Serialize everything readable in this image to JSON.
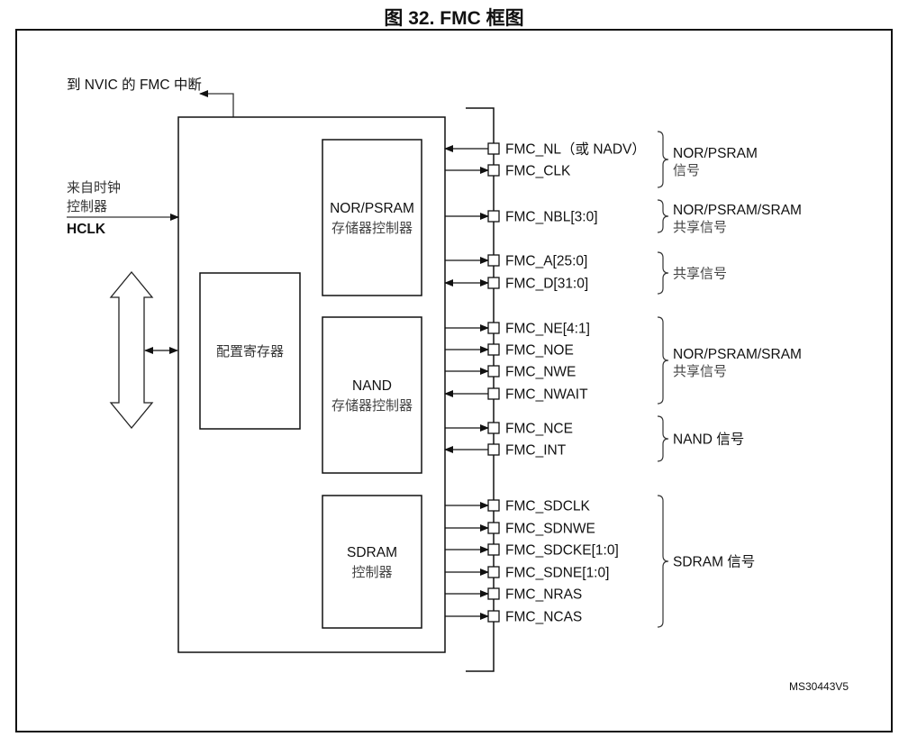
{
  "title": "图 32. FMC 框图",
  "nvic_label": "到 NVIC 的 FMC 中断",
  "clock_input": {
    "line1": "来自时钟",
    "line2": "控制器",
    "signal": "HCLK"
  },
  "blocks": {
    "config": "配置寄存器",
    "nor": {
      "line1": "NOR/PSRAM",
      "line2": "存储器控制器"
    },
    "nand": {
      "line1": "NAND",
      "line2": "存储器控制器"
    },
    "sdram": {
      "line1": "SDRAM",
      "line2": "控制器"
    }
  },
  "signals": [
    {
      "name": "FMC_NL（或 NADV）",
      "dir": "in"
    },
    {
      "name": "FMC_CLK",
      "dir": "out"
    },
    {
      "name": "FMC_NBL[3:0]",
      "dir": "out"
    },
    {
      "name": "FMC_A[25:0]",
      "dir": "out"
    },
    {
      "name": "FMC_D[31:0]",
      "dir": "bidir"
    },
    {
      "name": "FMC_NE[4:1]",
      "dir": "out"
    },
    {
      "name": "FMC_NOE",
      "dir": "out"
    },
    {
      "name": "FMC_NWE",
      "dir": "out"
    },
    {
      "name": "FMC_NWAIT",
      "dir": "in"
    },
    {
      "name": "FMC_NCE",
      "dir": "out"
    },
    {
      "name": "FMC_INT",
      "dir": "in"
    },
    {
      "name": "FMC_SDCLK",
      "dir": "out"
    },
    {
      "name": "FMC_SDNWE",
      "dir": "out"
    },
    {
      "name": "FMC_SDCKE[1:0]",
      "dir": "out"
    },
    {
      "name": "FMC_SDNE[1:0]",
      "dir": "out"
    },
    {
      "name": "FMC_NRAS",
      "dir": "out"
    },
    {
      "name": "FMC_NCAS",
      "dir": "out"
    }
  ],
  "groups": [
    {
      "line1": "NOR/PSRAM",
      "line2": "信号"
    },
    {
      "line1": "NOR/PSRAM/SRAM",
      "line2": "共享信号"
    },
    {
      "line1": "",
      "line2": "共享信号"
    },
    {
      "line1": "NOR/PSRAM/SRAM",
      "line2": "共享信号"
    },
    {
      "line1": "NAND 信号",
      "line2": ""
    },
    {
      "line1": "SDRAM 信号",
      "line2": ""
    }
  ],
  "figure_id": "MS30443V5"
}
